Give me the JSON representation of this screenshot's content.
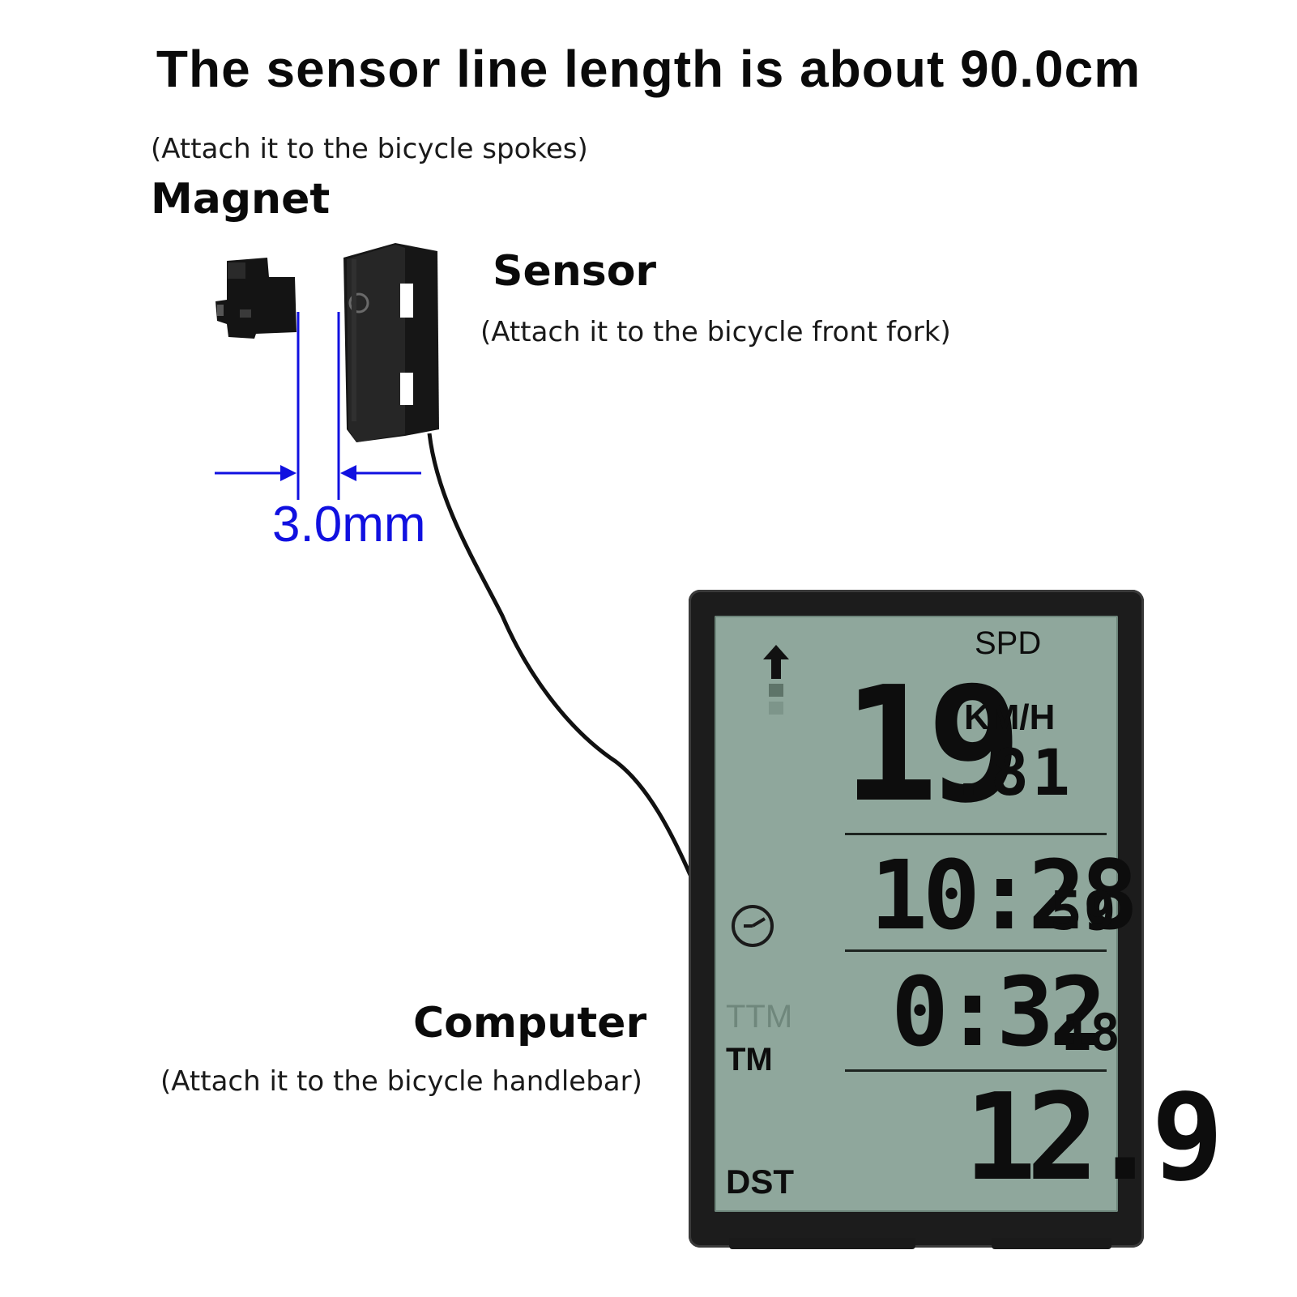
{
  "title": "The sensor line length is about 90.0cm",
  "magnet": {
    "note": "(Attach it to the bicycle spokes)",
    "label": "Magnet"
  },
  "sensor": {
    "label": "Sensor",
    "note": "(Attach it to the bicycle front fork)"
  },
  "gap": "3.0mm",
  "computer": {
    "label": "Computer",
    "note": "(Attach it to the bicycle handlebar)"
  },
  "display": {
    "mode": "SPD",
    "speed_int": "19",
    "speed_dec": ".81",
    "speed_unit": "KM/H",
    "clock": "10:28",
    "clock_sec": "59",
    "ttm_label": "TTM",
    "tm_label": "TM",
    "trip_time": "0:32",
    "trip_sec": "18",
    "dst_label": "DST",
    "distance": "12.9"
  },
  "colors": {
    "lcd": "#8fa79c",
    "dimension": "#1010e0",
    "device": "#1c1c1c"
  }
}
